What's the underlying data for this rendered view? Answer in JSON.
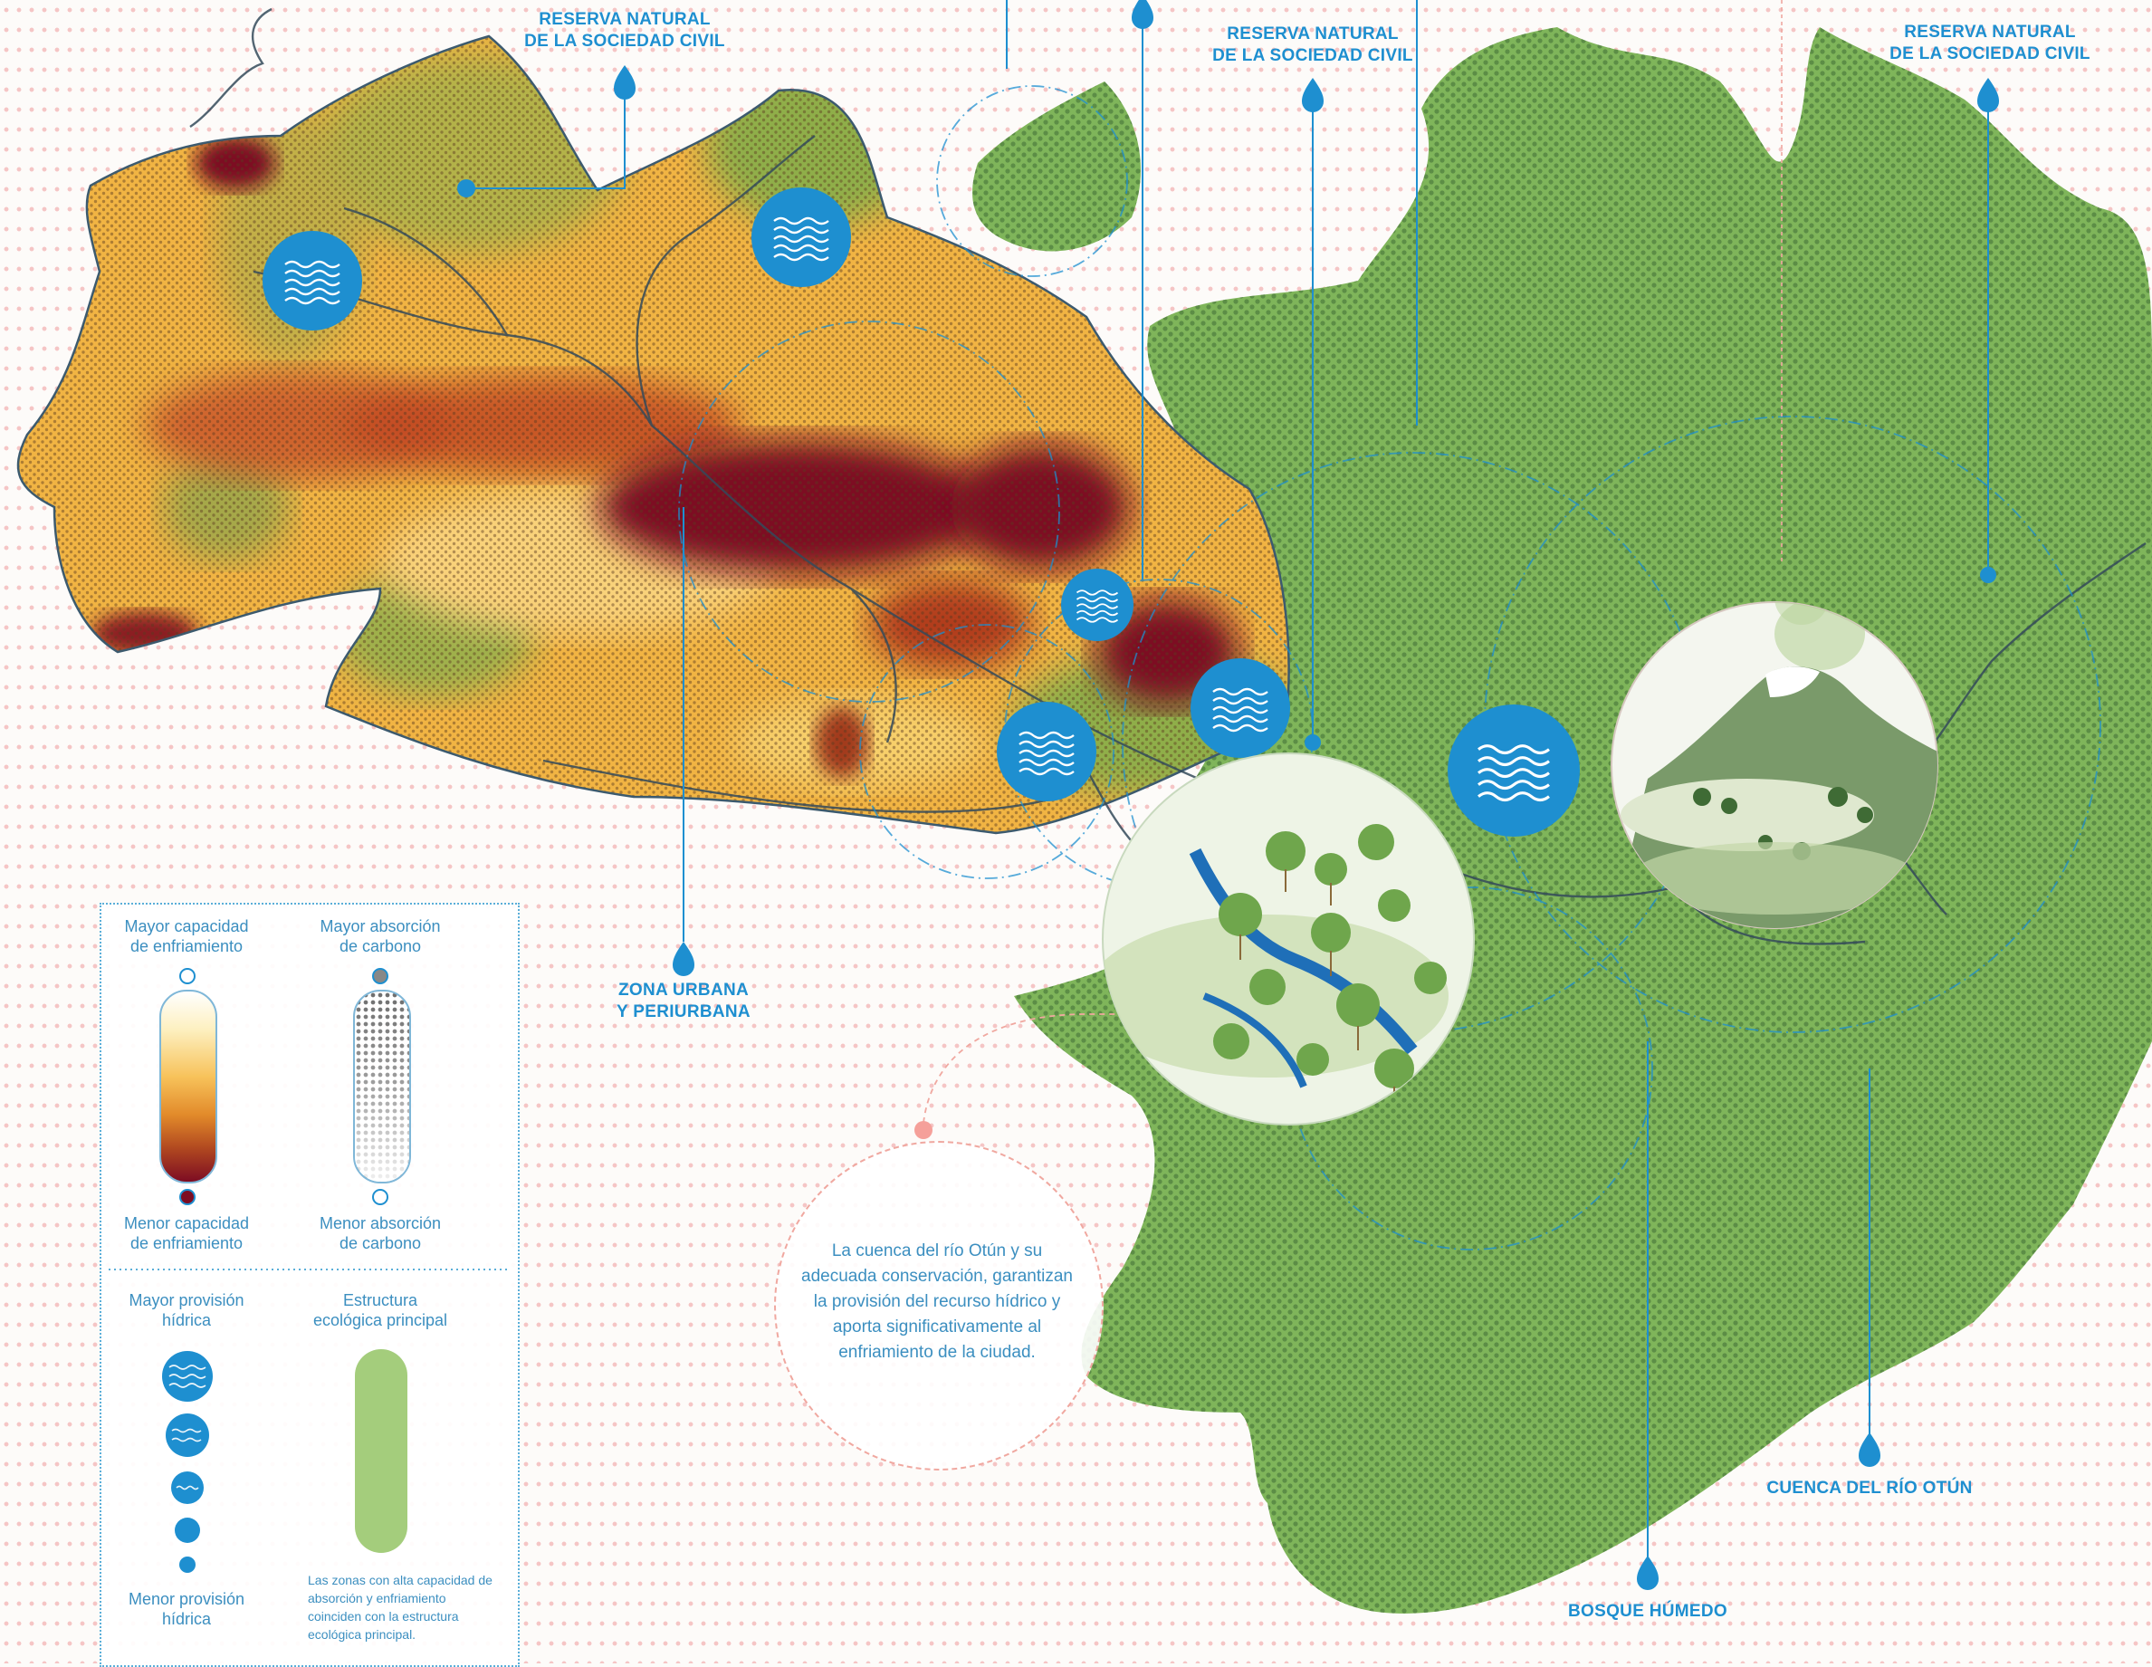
{
  "labels": {
    "reserva_1": "RESERVA NATURAL\nDE LA SOCIEDAD CIVIL",
    "reserva_2": "RESERVA NATURAL\nDE LA SOCIEDAD CIVIL",
    "reserva_3": "RESERVA NATURAL\nDE LA SOCIEDAD CIVIL",
    "zona_urbana": "ZONA URBANA\nY PERIURBANA",
    "bosque_humedo": "BOSQUE HÚMEDO",
    "cuenca": "CUENCA DEL RÍO OTÚN"
  },
  "legend": {
    "cooling_high": "Mayor capacidad\nde enfriamiento",
    "cooling_low": "Menor capacidad\nde enfriamiento",
    "carbon_high": "Mayor absorción\nde carbono",
    "carbon_low": "Menor absorción\nde carbono",
    "water_high": "Mayor provisión\nhídrica",
    "water_low": "Menor provisión\nhídrica",
    "structure_title": "Estructura\necológica principal",
    "structure_note": "Las zonas con alta capacidad de absorción y enfriamiento coinciden con la estructura ecológica principal."
  },
  "story": "La cuenca del río Otún y su adecuada conservación, garantizan la provisión del recurso hídrico y aporta significativamente al enfriamiento de la ciudad.",
  "colors": {
    "accent_blue": "#1e8fd0",
    "forest_green": "#7fb55a",
    "dark_green": "#4e7a3a",
    "cooling_low": "#7d0c22",
    "cooling_mid": "#e8942a",
    "cooling_high": "#fde9b0",
    "structure_green": "#a4cd7c",
    "background_dots": "#f2b3b3"
  },
  "icons": [
    "water-wave-icon",
    "pin-drop-icon",
    "volcano-illustration",
    "forest-river-illustration"
  ]
}
